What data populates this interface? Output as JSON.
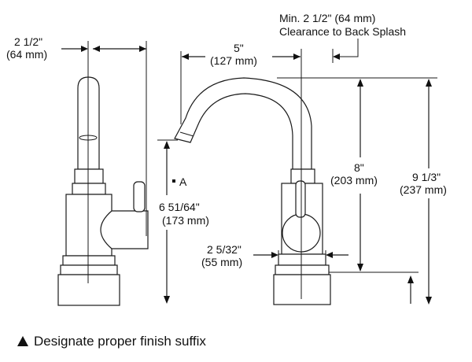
{
  "left_width": {
    "fraction": "2 1/2\"",
    "metric": "(64 mm)"
  },
  "clearance": {
    "line1": "Min. 2 1/2\" (64 mm)",
    "line2": "Clearance to Back Splash"
  },
  "reach": {
    "fraction": "5\"",
    "metric": "(127 mm)"
  },
  "marker_a": "A",
  "spout_height": {
    "fraction": "6 51/64\"",
    "metric": "(173 mm)"
  },
  "height_8": {
    "fraction": "8\"",
    "metric": "(203 mm)"
  },
  "height_total": {
    "fraction": "9 1/3\"",
    "metric": "(237 mm)"
  },
  "base_width": {
    "fraction": "2 5/32\"",
    "metric": "(55 mm)"
  },
  "footnote": "Designate proper finish suffix"
}
